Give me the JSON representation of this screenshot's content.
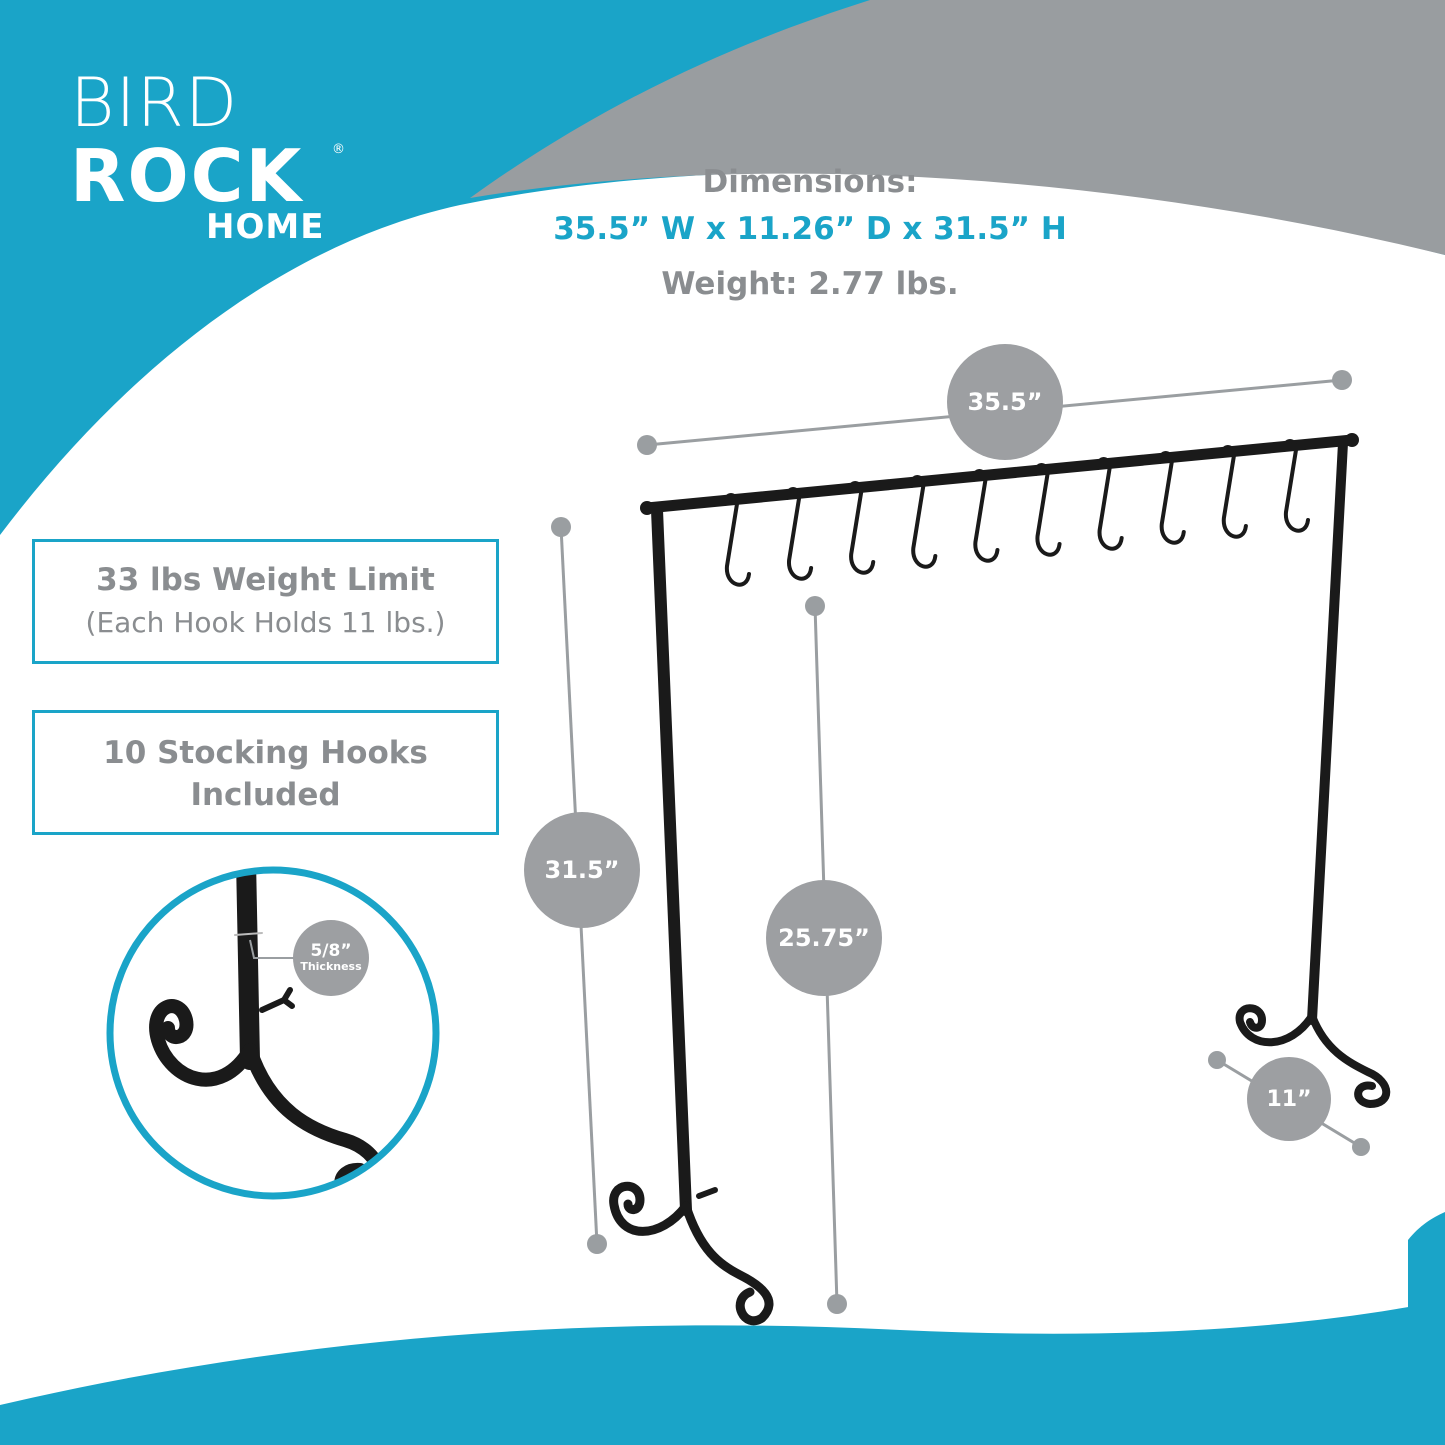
{
  "brand": {
    "line1": "BIRD",
    "line2": "ROCK",
    "line3": "HOME",
    "registered": "®"
  },
  "specs": {
    "dimensions_label": "Dimensions:",
    "dimensions_value": "35.5” W x 11.26” D x 31.5” H",
    "weight": "Weight: 2.77 lbs."
  },
  "features": {
    "weight_limit": "33 lbs Weight Limit",
    "weight_limit_detail": "(Each Hook Holds 11 lbs.)",
    "hooks_line1": "10 Stocking Hooks",
    "hooks_line2": "Included"
  },
  "measurements": {
    "width": "35.5”",
    "height": "31.5”",
    "hook_height": "25.75”",
    "depth": "11”",
    "thickness_value": "5/8”",
    "thickness_label": "Thickness"
  },
  "colors": {
    "accent_blue": "#1aa4c8",
    "gray": "#9a9ea1",
    "text_gray": "#8a8d90",
    "metal": "#1a1a1a"
  },
  "product": {
    "hook_count": 10
  }
}
